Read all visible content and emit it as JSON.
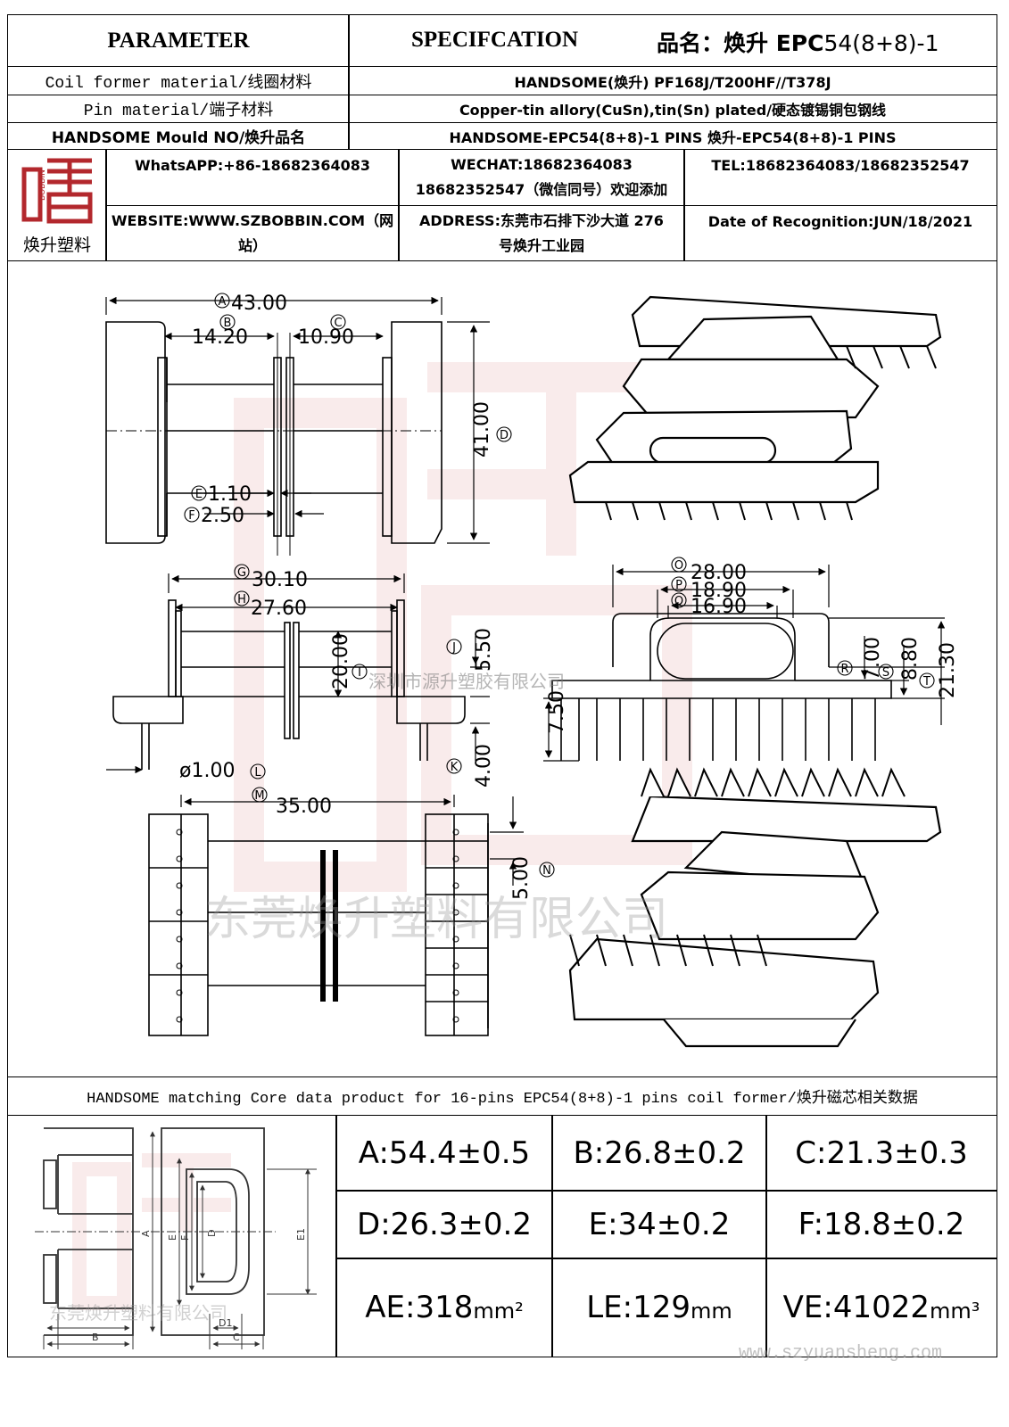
{
  "header": {
    "parameter": "PARAMETER",
    "specification": "SPECIFCATION",
    "product_name_label": "品名：",
    "product_name_brand": "焕升 EPC",
    "product_name_model": "54(8+8)-1"
  },
  "rows": [
    {
      "label": "Coil former material/线圈材料",
      "value": "HANDSOME(焕升)    PF168J/T200HF//T378J"
    },
    {
      "label": "Pin material/端子材料",
      "value": "Copper-tin allory(CuSn),tin(Sn) plated/硬态镀锡铜包钢线"
    },
    {
      "label": "HANDSOME Mould NO/焕升品名",
      "value": "HANDSOME-EPC54(8+8)-1 PINS    焕升-EPC54(8+8)-1 PINS"
    }
  ],
  "company": {
    "logo_caption": "焕升塑料",
    "whatsapp": "WhatsAPP:+86-18682364083",
    "wechat_line1": "WECHAT:18682364083",
    "wechat_line2": "18682352547（微信同号）欢迎添加",
    "tel": "TEL:18682364083/18682352547",
    "website_line1": "WEBSITE:WWW.SZBOBBIN.COM（网",
    "website_line2": "站）",
    "address_line1": "ADDRESS:东莞市石排下沙大道 276",
    "address_line2": "号焕升工业园",
    "date": "Date of Recognition:JUN/18/2021"
  },
  "drawing": {
    "dims": {
      "A": "43.00",
      "B": "14.20",
      "C": "10.90",
      "D": "41.00",
      "E": "1.10",
      "F": "2.50",
      "G": "30.10",
      "H": "27.60",
      "I": "20.00",
      "J": "5.50",
      "K": "4.00",
      "L": "ø1.00",
      "M": "35.00",
      "N": "5.00",
      "O": "28.00",
      "P": "18.90",
      "Q": "16.90",
      "R": "7.00",
      "S": "8.80",
      "T": "21.30",
      "U": "7.50"
    },
    "letters": [
      "A",
      "B",
      "C",
      "D",
      "E",
      "F",
      "G",
      "H",
      "I",
      "J",
      "K",
      "L",
      "M",
      "N",
      "O",
      "P",
      "Q",
      "R",
      "S",
      "T"
    ],
    "watermark_1": "深圳市源升塑胶有限公司",
    "watermark_2": "东莞焕升塑料有限公司"
  },
  "core": {
    "title": "HANDSOME matching Core data  product for 16-pins EPC54(8+8)-1 pins coil former/焕升磁芯相关数据",
    "cells": [
      [
        "A:54.4±0.5",
        "B:26.8±0.2",
        "C:21.3±0.3"
      ],
      [
        "D:26.3±0.2",
        "E:34±0.2",
        "F:18.8±0.2"
      ]
    ],
    "ae_label": "AE:318",
    "ae_unit": "mm²",
    "le_label": "LE:129",
    "le_unit": "mm",
    "ve_label": "VE:41022",
    "ve_unit": "mm³",
    "diagram_labels": [
      "A",
      "E",
      "F",
      "B",
      "D1",
      "C",
      "D",
      "E1"
    ],
    "watermark": "东莞焕升塑料有限公司",
    "website": "www.szyuansheng.com"
  }
}
